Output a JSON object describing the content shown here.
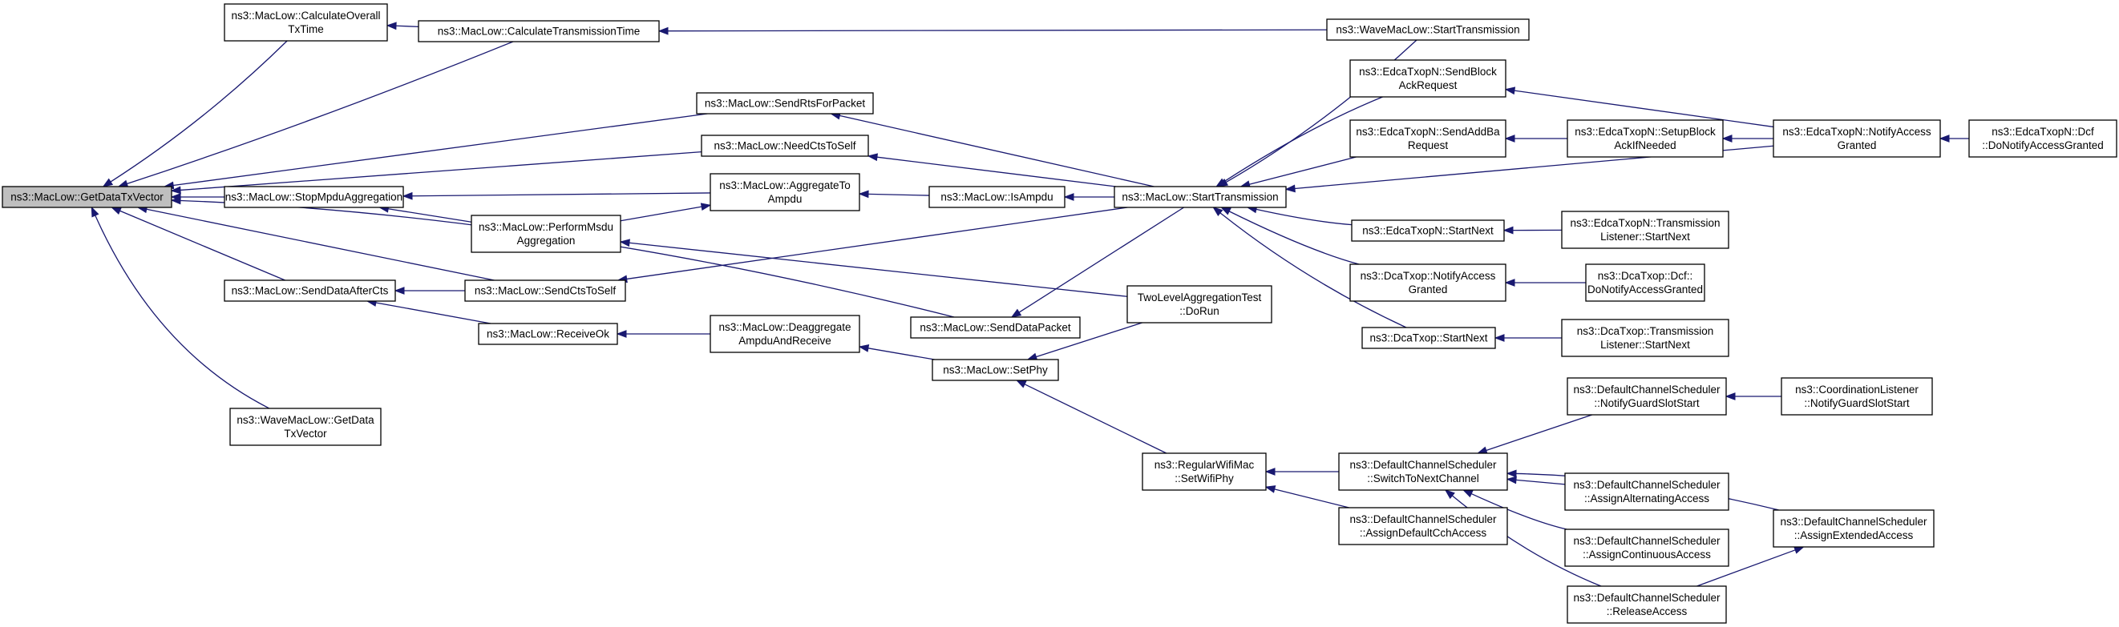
{
  "diagram": {
    "nodes": [
      {
        "id": "getdatatxvector",
        "lines": [
          "ns3::MacLow::GetDataTxVector"
        ],
        "root": true
      },
      {
        "id": "calcoveralltxtime",
        "lines": [
          "ns3::MacLow::CalculateOverall",
          "TxTime"
        ]
      },
      {
        "id": "calctxtime",
        "lines": [
          "ns3::MacLow::CalculateTransmissionTime"
        ]
      },
      {
        "id": "wave_starttx",
        "lines": [
          "ns3::WaveMacLow::StartTransmission"
        ]
      },
      {
        "id": "sendrts",
        "lines": [
          "ns3::MacLow::SendRtsForPacket"
        ]
      },
      {
        "id": "needcts",
        "lines": [
          "ns3::MacLow::NeedCtsToSelf"
        ]
      },
      {
        "id": "stopmpdu",
        "lines": [
          "ns3::MacLow::StopMpduAggregation"
        ]
      },
      {
        "id": "aggtoampdu",
        "lines": [
          "ns3::MacLow::AggregateTo",
          "Ampdu"
        ]
      },
      {
        "id": "isampdu",
        "lines": [
          "ns3::MacLow::IsAmpdu"
        ]
      },
      {
        "id": "starttx",
        "lines": [
          "ns3::MacLow::StartTransmission"
        ]
      },
      {
        "id": "performmsdu",
        "lines": [
          "ns3::MacLow::PerformMsdu",
          "Aggregation"
        ]
      },
      {
        "id": "senddataaftercts",
        "lines": [
          "ns3::MacLow::SendDataAfterCts"
        ]
      },
      {
        "id": "sendctstoself",
        "lines": [
          "ns3::MacLow::SendCtsToSelf"
        ]
      },
      {
        "id": "receiveok",
        "lines": [
          "ns3::MacLow::ReceiveOk"
        ]
      },
      {
        "id": "deaggregate",
        "lines": [
          "ns3::MacLow::Deaggregate",
          "AmpduAndReceive"
        ]
      },
      {
        "id": "senddatapacket",
        "lines": [
          "ns3::MacLow::SendDataPacket"
        ]
      },
      {
        "id": "setphy",
        "lines": [
          "ns3::MacLow::SetPhy"
        ]
      },
      {
        "id": "twolevel",
        "lines": [
          "TwoLevelAggregationTest",
          "::DoRun"
        ]
      },
      {
        "id": "wave_getdatatxvector",
        "lines": [
          "ns3::WaveMacLow::GetData",
          "TxVector"
        ]
      },
      {
        "id": "setwifiphy",
        "lines": [
          "ns3::RegularWifiMac",
          "::SetWifiPhy"
        ]
      },
      {
        "id": "edca_sendblockack",
        "lines": [
          "ns3::EdcaTxopN::SendBlock",
          "AckRequest"
        ]
      },
      {
        "id": "edca_sendaddba",
        "lines": [
          "ns3::EdcaTxopN::SendAddBa",
          "Request"
        ]
      },
      {
        "id": "edca_setupblockack",
        "lines": [
          "ns3::EdcaTxopN::SetupBlock",
          "AckIfNeeded"
        ]
      },
      {
        "id": "edca_notifyaccess",
        "lines": [
          "ns3::EdcaTxopN::NotifyAccess",
          "Granted"
        ]
      },
      {
        "id": "edca_dcf_notify",
        "lines": [
          "ns3::EdcaTxopN::Dcf",
          "::DoNotifyAccessGranted"
        ]
      },
      {
        "id": "edca_startnext",
        "lines": [
          "ns3::EdcaTxopN::StartNext"
        ]
      },
      {
        "id": "edca_txlistener",
        "lines": [
          "ns3::EdcaTxopN::Transmission",
          "Listener::StartNext"
        ]
      },
      {
        "id": "dca_notifyaccess",
        "lines": [
          "ns3::DcaTxop::NotifyAccess",
          "Granted"
        ]
      },
      {
        "id": "dca_dcf_notify",
        "lines": [
          "ns3::DcaTxop::Dcf::",
          "DoNotifyAccessGranted"
        ]
      },
      {
        "id": "dca_startnext",
        "lines": [
          "ns3::DcaTxop::StartNext"
        ]
      },
      {
        "id": "dca_txlistener",
        "lines": [
          "ns3::DcaTxop::Transmission",
          "Listener::StartNext"
        ]
      },
      {
        "id": "dcs_notifyguard",
        "lines": [
          "ns3::DefaultChannelScheduler",
          "::NotifyGuardSlotStart"
        ]
      },
      {
        "id": "coord_notifyguard",
        "lines": [
          "ns3::CoordinationListener",
          "::NotifyGuardSlotStart"
        ]
      },
      {
        "id": "dcs_switch",
        "lines": [
          "ns3::DefaultChannelScheduler",
          "::SwitchToNextChannel"
        ]
      },
      {
        "id": "dcs_assigndefault",
        "lines": [
          "ns3::DefaultChannelScheduler",
          "::AssignDefaultCchAccess"
        ]
      },
      {
        "id": "dcs_assignalt",
        "lines": [
          "ns3::DefaultChannelScheduler",
          "::AssignAlternatingAccess"
        ]
      },
      {
        "id": "dcs_assigncont",
        "lines": [
          "ns3::DefaultChannelScheduler",
          "::AssignContinuousAccess"
        ]
      },
      {
        "id": "dcs_assignext",
        "lines": [
          "ns3::DefaultChannelScheduler",
          "::AssignExtendedAccess"
        ]
      },
      {
        "id": "dcs_release",
        "lines": [
          "ns3::DefaultChannelScheduler",
          "::ReleaseAccess"
        ]
      }
    ],
    "edges": [
      {
        "from": "calcoveralltxtime",
        "to": "getdatatxvector"
      },
      {
        "from": "calctxtime",
        "to": "getdatatxvector"
      },
      {
        "from": "calctxtime",
        "to": "calcoveralltxtime"
      },
      {
        "from": "wave_starttx",
        "to": "calctxtime"
      },
      {
        "from": "sendrts",
        "to": "getdatatxvector"
      },
      {
        "from": "needcts",
        "to": "getdatatxvector"
      },
      {
        "from": "stopmpdu",
        "to": "getdatatxvector"
      },
      {
        "from": "aggtoampdu",
        "to": "stopmpdu"
      },
      {
        "from": "isampdu",
        "to": "aggtoampdu"
      },
      {
        "from": "starttx",
        "to": "isampdu"
      },
      {
        "from": "performmsdu",
        "to": "stopmpdu"
      },
      {
        "from": "performmsdu",
        "to": "aggtoampdu"
      },
      {
        "from": "senddataaftercts",
        "to": "getdatatxvector"
      },
      {
        "from": "sendctstoself",
        "to": "getdatatxvector"
      },
      {
        "from": "sendctstoself",
        "to": "senddataaftercts"
      },
      {
        "from": "receiveok",
        "to": "senddataaftercts"
      },
      {
        "from": "deaggregate",
        "to": "receiveok"
      },
      {
        "from": "senddatapacket",
        "to": "getdatatxvector"
      },
      {
        "from": "setphy",
        "to": "deaggregate"
      },
      {
        "from": "twolevel",
        "to": "performmsdu"
      },
      {
        "from": "wave_getdatatxvector",
        "to": "getdatatxvector"
      },
      {
        "from": "starttx",
        "to": "sendrts"
      },
      {
        "from": "starttx",
        "to": "needcts"
      },
      {
        "from": "starttx",
        "to": "sendctstoself"
      },
      {
        "from": "starttx",
        "to": "senddatapacket"
      },
      {
        "from": "wave_starttx",
        "to": "starttx"
      },
      {
        "from": "edca_sendblockack",
        "to": "starttx"
      },
      {
        "from": "edca_sendaddba",
        "to": "starttx"
      },
      {
        "from": "edca_notifyaccess",
        "to": "starttx"
      },
      {
        "from": "edca_startnext",
        "to": "starttx"
      },
      {
        "from": "dca_notifyaccess",
        "to": "starttx"
      },
      {
        "from": "dca_startnext",
        "to": "starttx"
      },
      {
        "from": "edca_setupblockack",
        "to": "edca_sendaddba"
      },
      {
        "from": "edca_notifyaccess",
        "to": "edca_setupblockack"
      },
      {
        "from": "edca_notifyaccess",
        "to": "edca_sendblockack"
      },
      {
        "from": "edca_dcf_notify",
        "to": "edca_notifyaccess"
      },
      {
        "from": "edca_txlistener",
        "to": "edca_startnext"
      },
      {
        "from": "dca_dcf_notify",
        "to": "dca_notifyaccess"
      },
      {
        "from": "dca_txlistener",
        "to": "dca_startnext"
      },
      {
        "from": "twolevel",
        "to": "setphy"
      },
      {
        "from": "setwifiphy",
        "to": "setphy"
      },
      {
        "from": "dcs_switch",
        "to": "setwifiphy"
      },
      {
        "from": "dcs_assigndefault",
        "to": "setwifiphy"
      },
      {
        "from": "dcs_notifyguard",
        "to": "dcs_switch"
      },
      {
        "from": "dcs_assignalt",
        "to": "dcs_switch"
      },
      {
        "from": "dcs_assigncont",
        "to": "dcs_switch"
      },
      {
        "from": "dcs_assignext",
        "to": "dcs_switch"
      },
      {
        "from": "dcs_release",
        "to": "dcs_switch"
      },
      {
        "from": "coord_notifyguard",
        "to": "dcs_notifyguard"
      },
      {
        "from": "dcs_release",
        "to": "dcs_assignext"
      }
    ]
  }
}
